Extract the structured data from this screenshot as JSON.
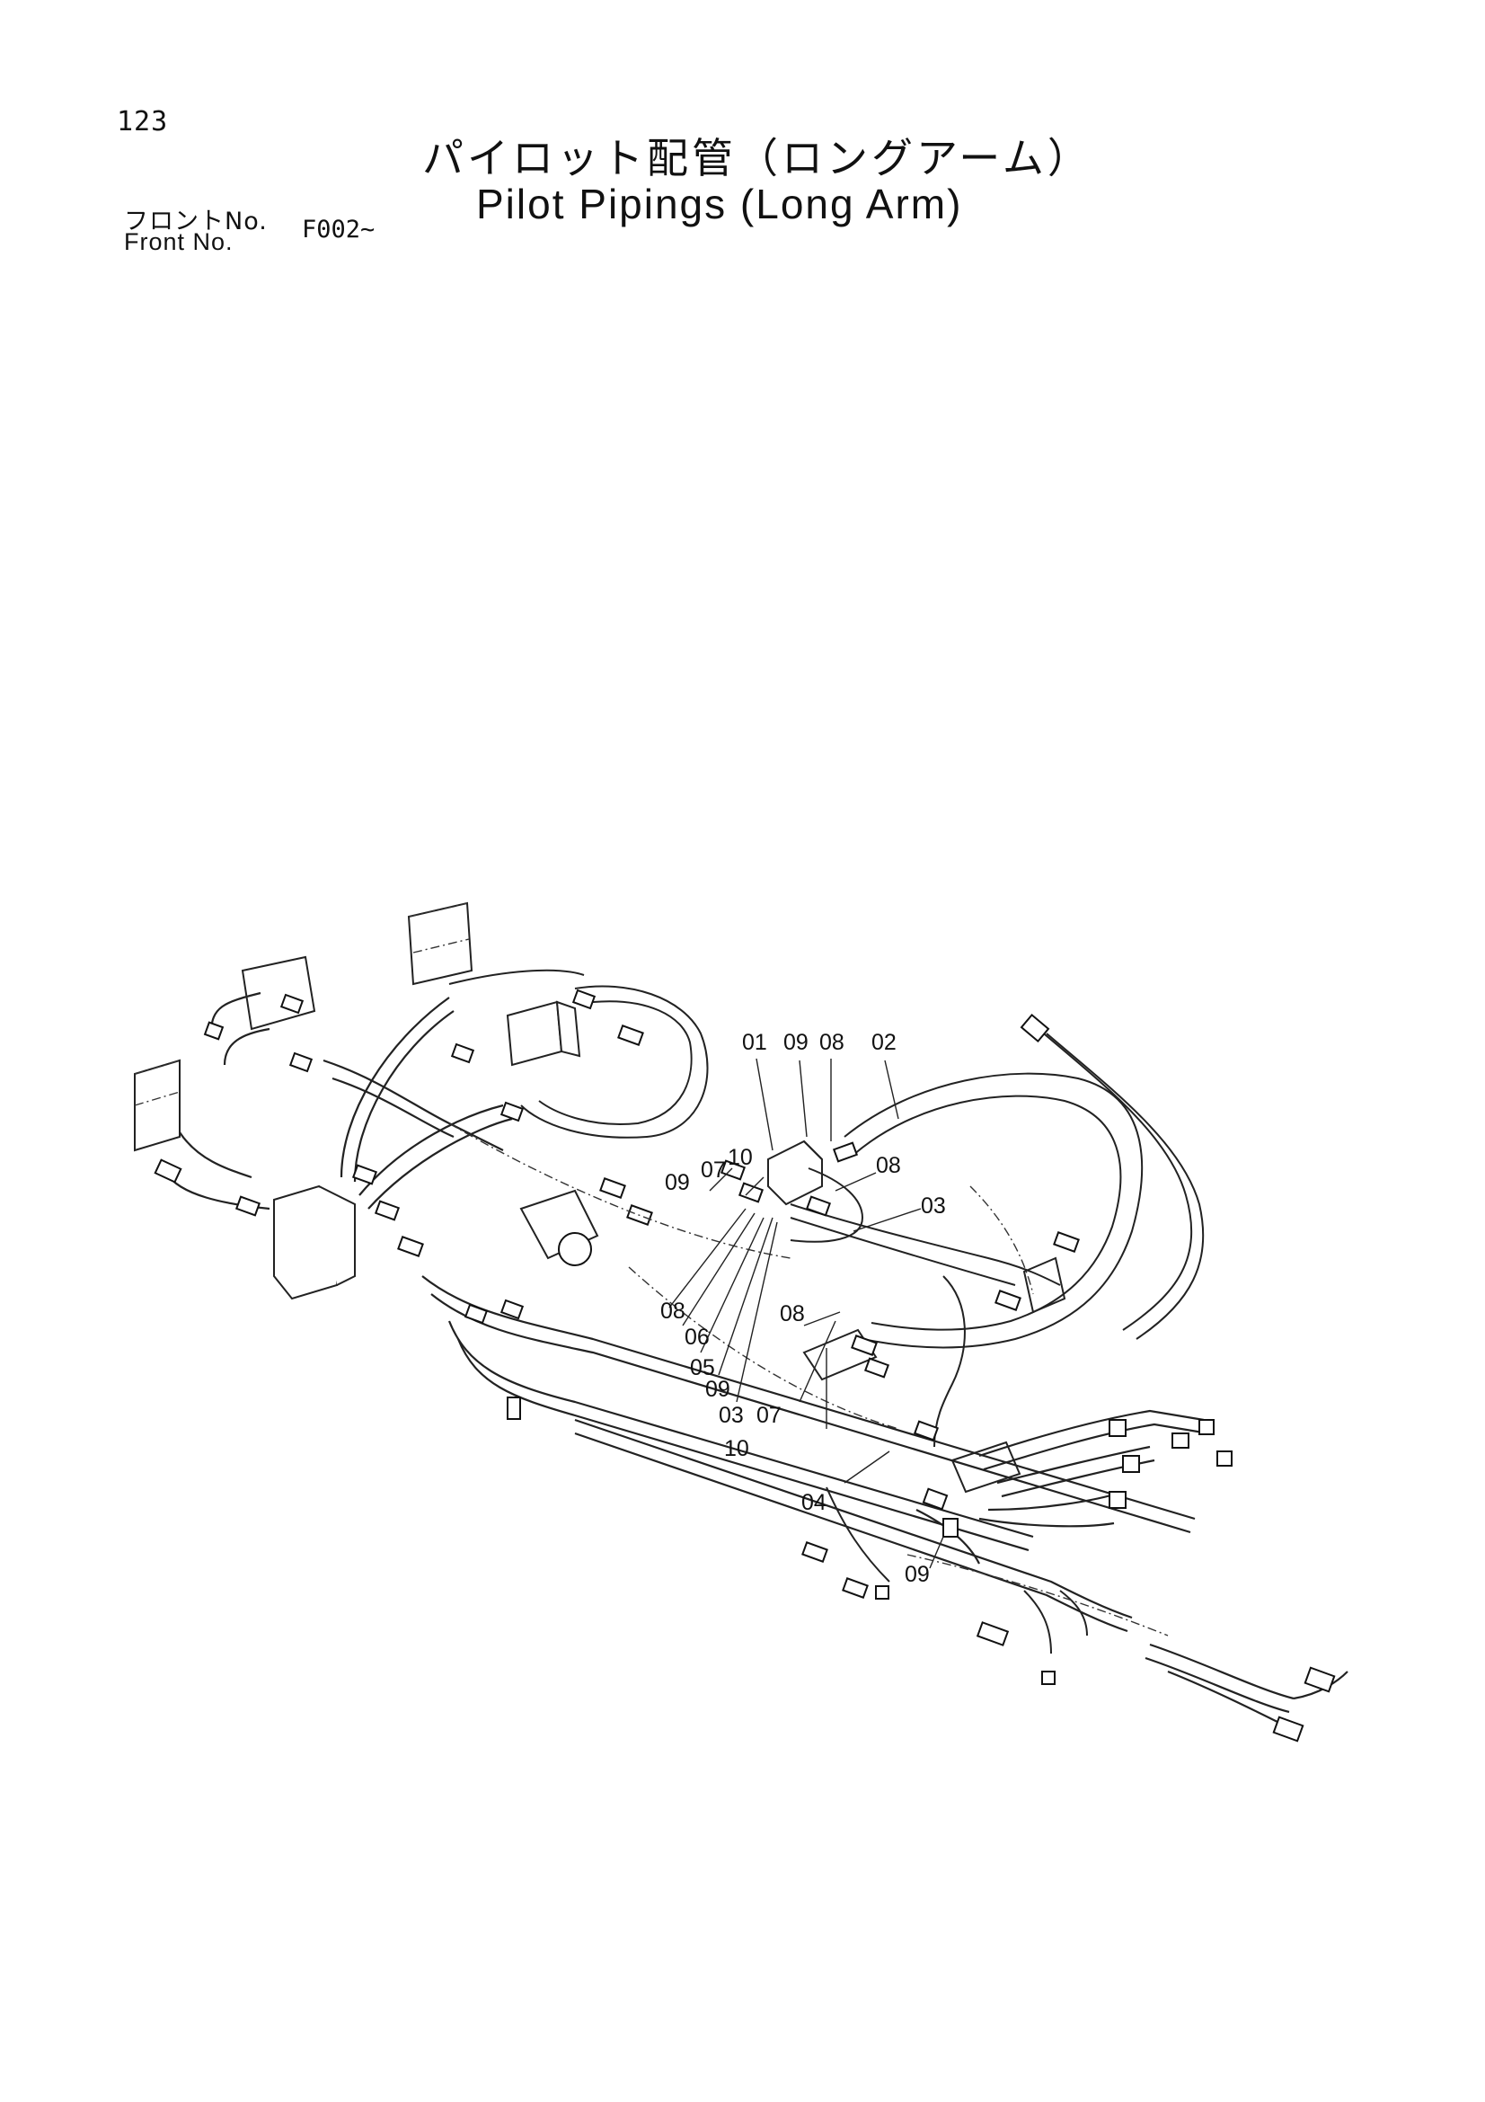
{
  "header": {
    "page_number": "123",
    "title_jp": "パイロット配管（ロングアーム）",
    "title_en": "Pilot Pipings (Long Arm)",
    "front_label_jp": "フロントNo.",
    "front_label_en": "Front   No.",
    "front_value": "F002~"
  },
  "callouts": [
    "01",
    "09",
    "08",
    "02",
    "10",
    "07",
    "09",
    "08",
    "03",
    "08",
    "06",
    "05",
    "09",
    "03",
    "07",
    "08",
    "10",
    "04",
    "09"
  ]
}
